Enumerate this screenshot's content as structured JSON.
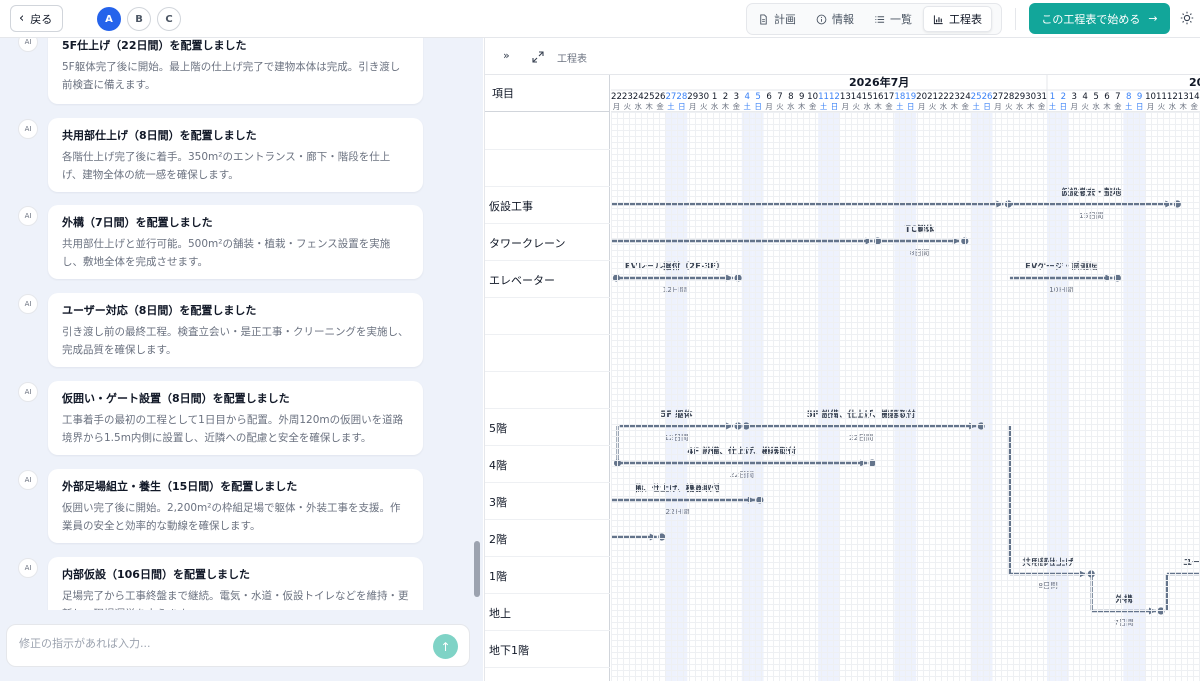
{
  "topbar": {
    "back_label": "戻る",
    "variants": [
      "A",
      "B",
      "C"
    ],
    "active_variant": "A",
    "tabs": [
      {
        "label": "計画",
        "icon": "document-icon"
      },
      {
        "label": "情報",
        "icon": "info-icon"
      },
      {
        "label": "一覧",
        "icon": "list-icon"
      },
      {
        "label": "工程表",
        "icon": "bar-chart-icon"
      }
    ],
    "active_tab": "工程表",
    "start_label": "この工程表で始める"
  },
  "chat": {
    "avatar_label": "AI",
    "messages": [
      {
        "title": "5F仕上げ（22日間）を配置しました",
        "body": "5F躯体完了後に開始。最上階の仕上げ完了で建物本体は完成。引き渡し前検査に備えます。"
      },
      {
        "title": "共用部仕上げ（8日間）を配置しました",
        "body": "各階仕上げ完了後に着手。350m²のエントランス・廊下・階段を仕上げ、建物全体の統一感を確保します。"
      },
      {
        "title": "外構（7日間）を配置しました",
        "body": "共用部仕上げと並行可能。500m²の舗装・植栽・フェンス設置を実施し、敷地全体を完成させます。"
      },
      {
        "title": "ユーザー対応（8日間）を配置しました",
        "body": "引き渡し前の最終工程。検査立会い・是正工事・クリーニングを実施し、完成品質を確保します。"
      },
      {
        "title": "仮囲い・ゲート設置（8日間）を配置しました",
        "body": "工事着手の最初の工程として1日目から配置。外周120mの仮囲いを道路境界から1.5m内側に設置し、近隣への配慮と安全を確保します。"
      },
      {
        "title": "外部足場組立・養生（15日間）を配置しました",
        "body": "仮囲い完了後に開始。2,200m²の枠組足場で躯体・外装工事を支援。作業員の安全と効率的な動線を確保します。"
      },
      {
        "title": "内部仮設（106日間）を配置しました",
        "body": "足場完了から工事終盤まで継続。電気・水道・仮設トイレなどを維持・更新し、現場運営を支えます。"
      }
    ],
    "input_placeholder": "修正の指示があれば入力..."
  },
  "gantt": {
    "toolbar_title": "工程表",
    "item_header": "項目",
    "rows": [
      "",
      "",
      "仮設工事",
      "タワークレーン",
      "エレベーター",
      "",
      "",
      "",
      "5階",
      "4階",
      "3階",
      "2階",
      "1階",
      "地上",
      "地下1階"
    ],
    "month_label": "2026年7月",
    "next_month_label": "20",
    "chart_data": {
      "type": "gantt",
      "month": "2026年7月",
      "day_numbers": [
        22,
        23,
        24,
        25,
        26,
        27,
        28,
        29,
        30,
        1,
        2,
        3,
        4,
        5,
        6,
        7,
        8,
        9,
        10,
        11,
        12,
        13,
        14,
        15,
        16,
        17,
        18,
        19,
        20,
        21,
        22,
        23,
        24,
        25,
        26,
        27,
        28,
        29,
        30,
        31,
        1,
        2,
        3,
        4,
        5,
        6,
        7,
        8,
        9,
        10,
        11,
        12,
        13,
        14
      ],
      "weekdays": [
        "月",
        "火",
        "水",
        "木",
        "金",
        "土",
        "日",
        "月",
        "火",
        "水",
        "木",
        "金",
        "土",
        "日",
        "月",
        "火",
        "水",
        "木",
        "金",
        "土",
        "日",
        "月",
        "火",
        "水",
        "木",
        "金",
        "土",
        "日",
        "月",
        "火",
        "水",
        "木",
        "金",
        "土",
        "日",
        "月",
        "火",
        "水",
        "木",
        "金",
        "土",
        "日",
        "月",
        "火",
        "水",
        "木",
        "金",
        "土",
        "日",
        "月",
        "火",
        "水",
        "木",
        "金"
      ],
      "tasks": [
        {
          "row": "仮設工事",
          "name": "",
          "duration": ""
        },
        {
          "row": "仮設工事",
          "name": "仮設撤去・整地",
          "duration": "15日間"
        },
        {
          "row": "タワークレーン",
          "name": "",
          "duration": ""
        },
        {
          "row": "タワークレーン",
          "name": "TC解体",
          "duration": "8日間"
        },
        {
          "row": "エレベーター",
          "name": "EVレール据付（2F-3F）",
          "duration": "12日間"
        },
        {
          "row": "エレベーター",
          "name": "EVケージ・試運転",
          "duration": "10日間"
        },
        {
          "row": "5階",
          "name": "5F 躯体",
          "duration": "12日間"
        },
        {
          "row": "5階",
          "name": "5F 設備、仕上げ、機器取付",
          "duration": "22日間"
        },
        {
          "row": "4階",
          "name": "4F 設備、仕上げ、機器取付",
          "duration": "22日間"
        },
        {
          "row": "3階",
          "name": "備、仕上げ、機器取付",
          "duration": "22日間"
        },
        {
          "row": "2階",
          "name": "",
          "duration": ""
        },
        {
          "row": "1階",
          "name": "共用部仕上げ",
          "duration": "8日間"
        },
        {
          "row": "地上",
          "name": "外構",
          "duration": "7日間"
        },
        {
          "row": "1階",
          "name": "ユー",
          "duration": ""
        }
      ]
    }
  }
}
